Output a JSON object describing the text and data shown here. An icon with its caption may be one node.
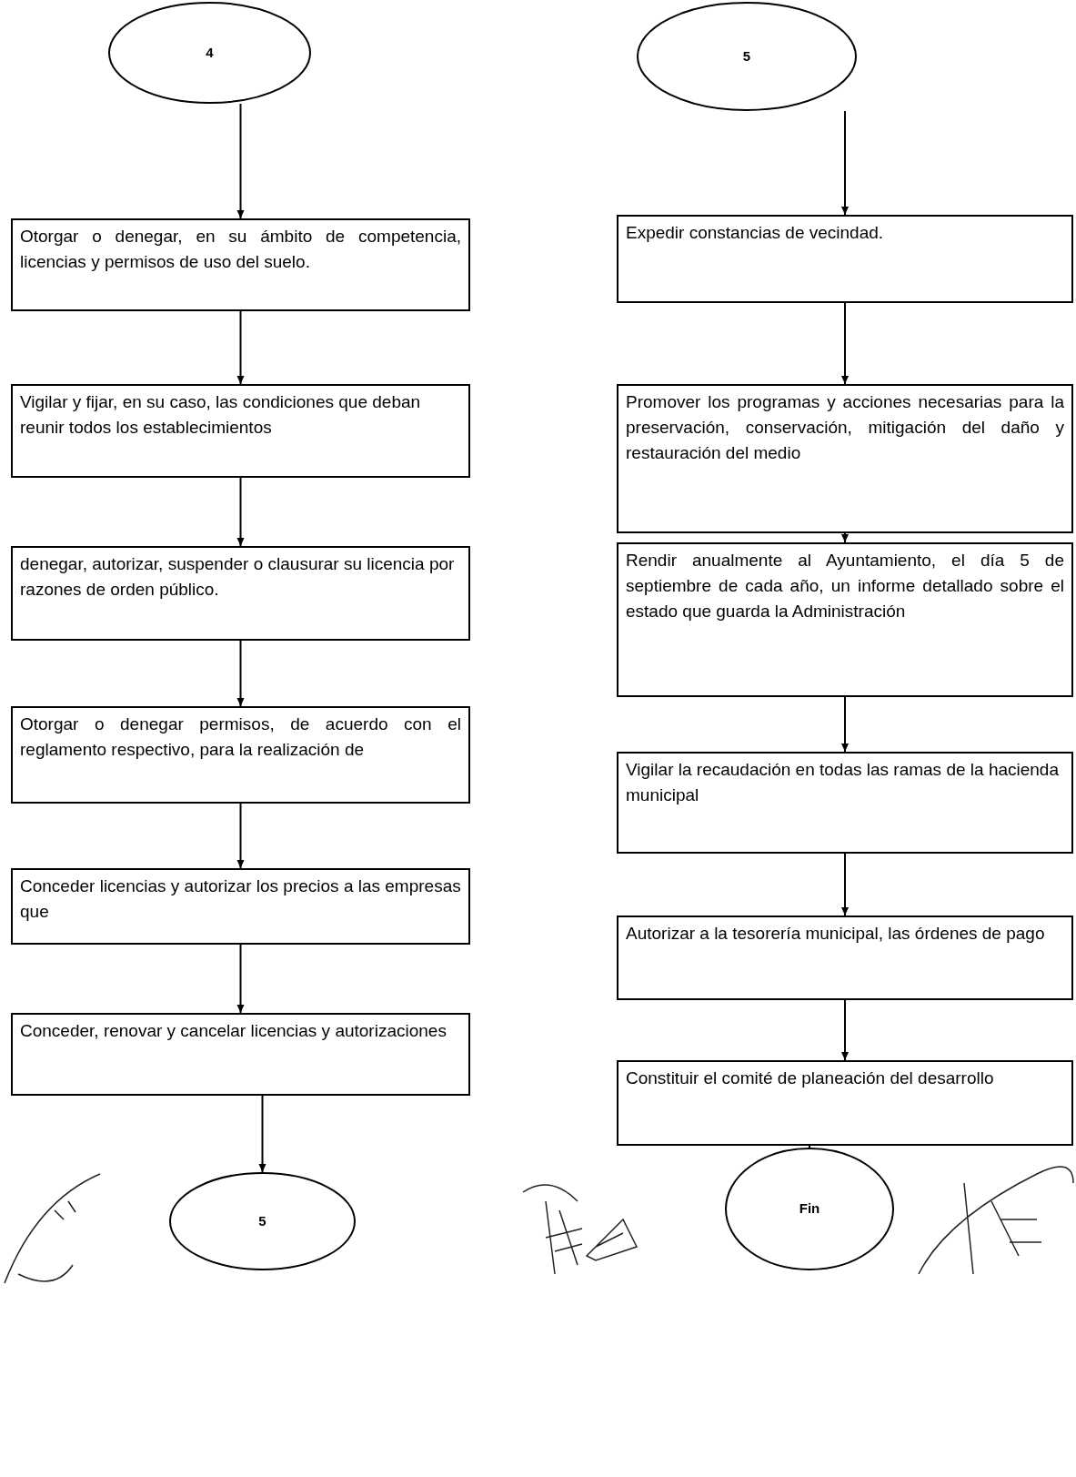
{
  "diagram": {
    "nodes": [
      {
        "text": [
          "4"
        ]
      },
      {
        "text": [
          "Otorgar o denegar, en su ámbito de competencia, licencias y permisos de uso del suelo."
        ]
      },
      {
        "text": [
          "Vigilar y fijar, en su caso, las condiciones que deban reunir todos los establecimientos"
        ]
      },
      {
        "text": [
          "denegar, autorizar, suspender o clausurar su licencia por razones de orden público."
        ]
      },
      {
        "text": [
          "Otorgar o denegar permisos, de acuerdo con el reglamento respectivo, para la realización de"
        ]
      },
      {
        "text": [
          "Conceder licencias y autorizar los precios a las empresas que"
        ]
      },
      {
        "text": [
          "Conceder, renovar y cancelar licencias y autorizaciones"
        ]
      },
      {
        "text": [
          "5"
        ]
      },
      {
        "text": [
          "5"
        ]
      },
      {
        "text": [
          "Expedir constancias de vecindad."
        ]
      },
      {
        "text": [
          "Promover los programas y acciones necesarias para la preservación, conservación, mitigación del daño y restauración del medio"
        ]
      },
      {
        "text": [
          "Rendir anualmente al Ayuntamiento, el día 5 de septiembre de cada año, un informe detallado sobre el estado que guarda la Administración"
        ]
      },
      {
        "text": [
          "Vigilar la recaudación en todas las ramas de la hacienda municipal"
        ]
      },
      {
        "text": [
          "Autorizar a la tesorería municipal, las órdenes de pago"
        ]
      },
      {
        "text": [
          "Constituir el comité de planeación del desarrollo"
        ]
      },
      {
        "text": [
          "Fin"
        ]
      }
    ],
    "edges": [
      {
        "from": 0,
        "to": 1,
        "arrow": "to"
      },
      {
        "from": 1,
        "to": 2,
        "arrow": "to"
      },
      {
        "from": 2,
        "to": 3,
        "arrow": "to"
      },
      {
        "from": 3,
        "to": 4,
        "arrow": "to"
      },
      {
        "from": 4,
        "to": 5,
        "arrow": "to"
      },
      {
        "from": 5,
        "to": 6,
        "arrow": "to"
      },
      {
        "from": 6,
        "to": 7,
        "arrow": "to"
      },
      {
        "from": 8,
        "to": 9,
        "arrow": "to"
      },
      {
        "from": 9,
        "to": 10,
        "arrow": "to"
      },
      {
        "from": 10,
        "to": 11,
        "arrow": "to"
      },
      {
        "from": 11,
        "to": 12,
        "arrow": "to"
      },
      {
        "from": 12,
        "to": 13,
        "arrow": "to"
      },
      {
        "from": 13,
        "to": 14,
        "arrow": "to"
      },
      {
        "from": 14,
        "to": 15,
        "arrow": "to"
      }
    ]
  }
}
